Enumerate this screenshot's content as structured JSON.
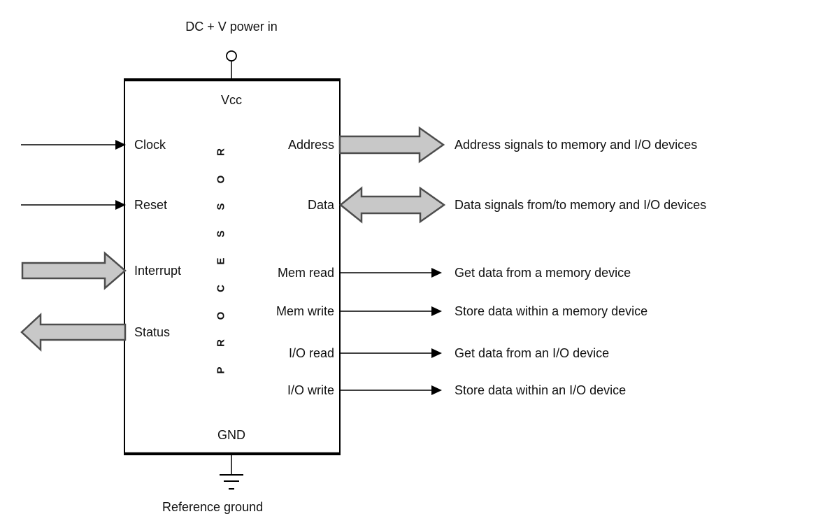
{
  "power": {
    "label": "DC + V power in"
  },
  "processor": {
    "top_pin": "Vcc",
    "bottom_pin": "GND",
    "vertical_label": "PROCESSOR",
    "letters_top_to_bottom": [
      "R",
      "O",
      "S",
      "S",
      "E",
      "C",
      "O",
      "R",
      "P"
    ],
    "left_pins": [
      {
        "label": "Clock",
        "arrow": "thin-in"
      },
      {
        "label": "Reset",
        "arrow": "thin-in"
      },
      {
        "label": "Interrupt",
        "arrow": "block-in"
      },
      {
        "label": "Status",
        "arrow": "block-out"
      }
    ],
    "right_pins": [
      {
        "label": "Address",
        "arrow": "block-out",
        "description": "Address signals to memory and I/O devices"
      },
      {
        "label": "Data",
        "arrow": "block-bidirectional",
        "description": "Data signals from/to memory and I/O devices"
      },
      {
        "label": "Mem read",
        "arrow": "thin-out",
        "description": "Get data from a memory device"
      },
      {
        "label": "Mem write",
        "arrow": "thin-out",
        "description": "Store data within a memory device"
      },
      {
        "label": "I/O read",
        "arrow": "thin-out",
        "description": "Get data from an I/O device"
      },
      {
        "label": "I/O write",
        "arrow": "thin-out",
        "description": "Store data within an I/O device"
      }
    ]
  },
  "ground": {
    "label": "Reference ground"
  },
  "colors": {
    "background": "#ffffff",
    "line": "#000000",
    "text": "#111111",
    "arrow_fill": "#c8c8c8",
    "arrow_stroke": "#4d4d4d"
  }
}
